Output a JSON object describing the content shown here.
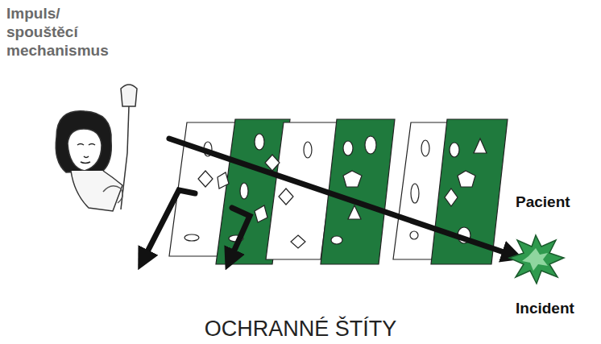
{
  "diagram": {
    "caption": "OCHRANNÉ ŠTÍTY",
    "labels": [
      "Impuls/ spouštěcí mechanismus",
      "Pacient",
      "Incident"
    ]
  }
}
